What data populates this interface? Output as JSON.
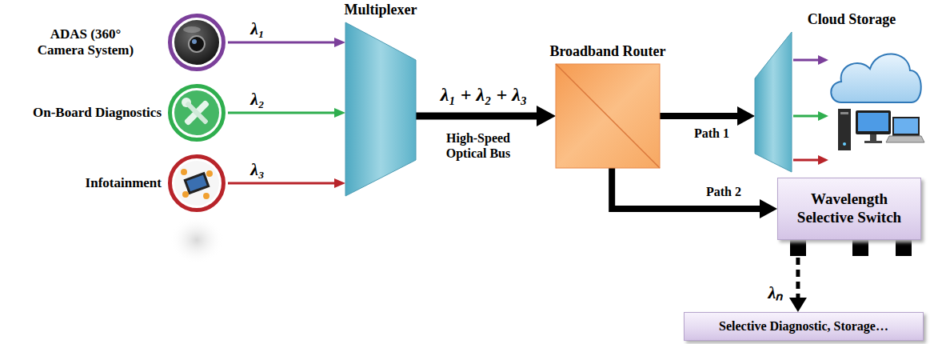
{
  "diagram": {
    "nodes": [
      {
        "text": [
          "ADAS (360° Camera System)"
        ]
      },
      {
        "text": [
          "On-Board Diagnostics"
        ]
      },
      {
        "text": [
          "Infotainment"
        ]
      },
      {
        "text": [
          "Multiplexer"
        ]
      },
      {
        "text": [
          "Broadband Router"
        ]
      },
      {
        "text": [
          "Cloud Storage"
        ]
      },
      {
        "text": [
          "Wavelength Selective Switch"
        ]
      },
      {
        "text": [
          "Selective Diagnostic, Storage…"
        ]
      }
    ],
    "edges": [
      {
        "from": 0,
        "to": 3,
        "label": "λ₁",
        "arrow": "to"
      },
      {
        "from": 1,
        "to": 3,
        "label": "λ₂",
        "arrow": "to"
      },
      {
        "from": 2,
        "to": 3,
        "label": "λ₃",
        "arrow": "to"
      },
      {
        "from": 3,
        "to": 4,
        "label": "λ₁ + λ₂ + λ₃",
        "arrow": "to"
      },
      {
        "from": 4,
        "to": 5,
        "label": "Path 1",
        "arrow": "to"
      },
      {
        "from": 4,
        "to": 6,
        "label": "Path 2",
        "arrow": "to"
      },
      {
        "from": 6,
        "to": 7,
        "label": "λₙ",
        "arrow": "to"
      }
    ],
    "labels": [
      "High-Speed Optical Bus"
    ]
  }
}
